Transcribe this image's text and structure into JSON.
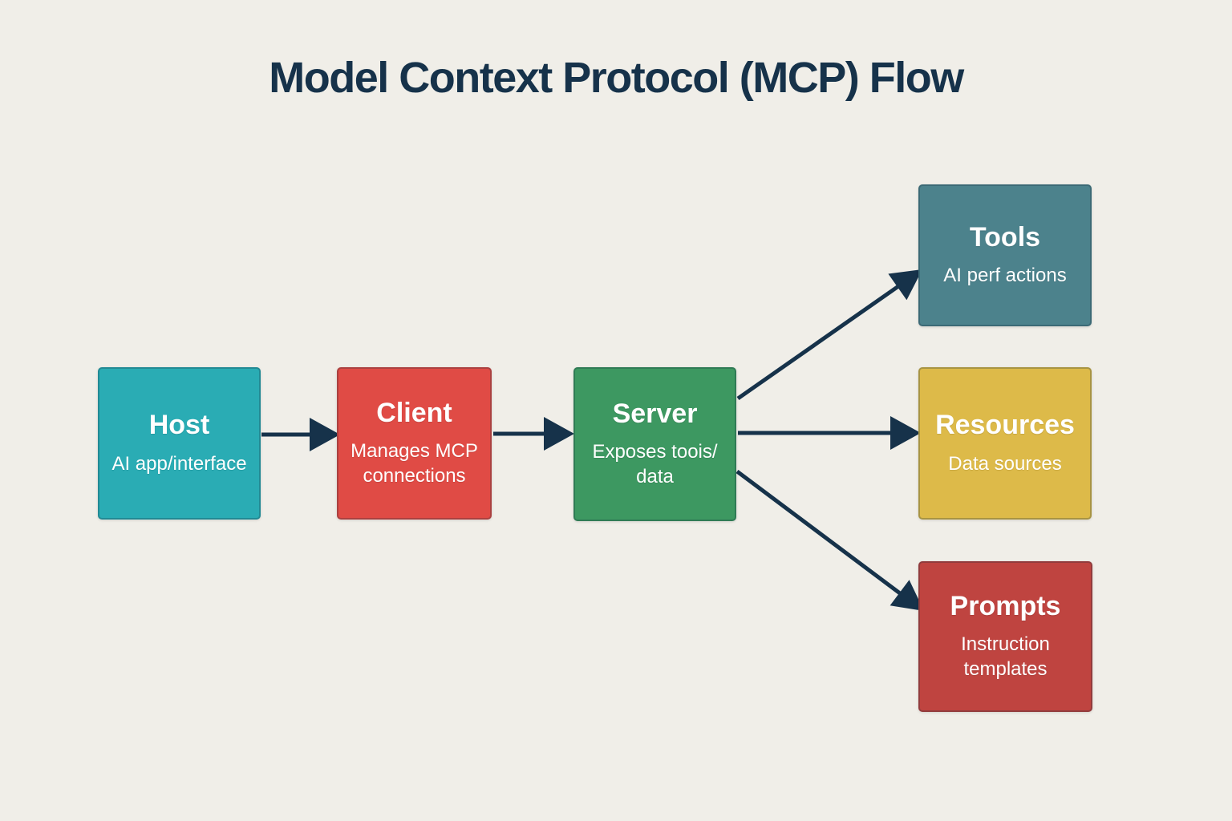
{
  "title": "Model Context Protocol (MCP) Flow",
  "colors": {
    "background": "#f0eee8",
    "ink": "#16324a",
    "node_text": "#ffffff"
  },
  "nodes": {
    "host": {
      "label": "Host",
      "sublabel": "AI app/interface",
      "color": "#2aacb4"
    },
    "client": {
      "label": "Client",
      "sublabel": "Manages MCP connections",
      "color": "#e04b45"
    },
    "server": {
      "label": "Server",
      "sublabel": "Exposes toois/ data",
      "color": "#3d9861"
    },
    "tools": {
      "label": "Tools",
      "sublabel": "AI perf actions",
      "color": "#4c828c"
    },
    "resources": {
      "label": "Resources",
      "sublabel": "Data sources",
      "color": "#ddba49"
    },
    "prompts": {
      "label": "Prompts",
      "sublabel": "Instruction templates",
      "color": "#bf4440"
    }
  },
  "edges": [
    {
      "from": "Host",
      "to": "Client"
    },
    {
      "from": "Client",
      "to": "Server"
    },
    {
      "from": "Server",
      "to": "Tools"
    },
    {
      "from": "Server",
      "to": "Resources"
    },
    {
      "from": "Server",
      "to": "Prompts"
    }
  ]
}
